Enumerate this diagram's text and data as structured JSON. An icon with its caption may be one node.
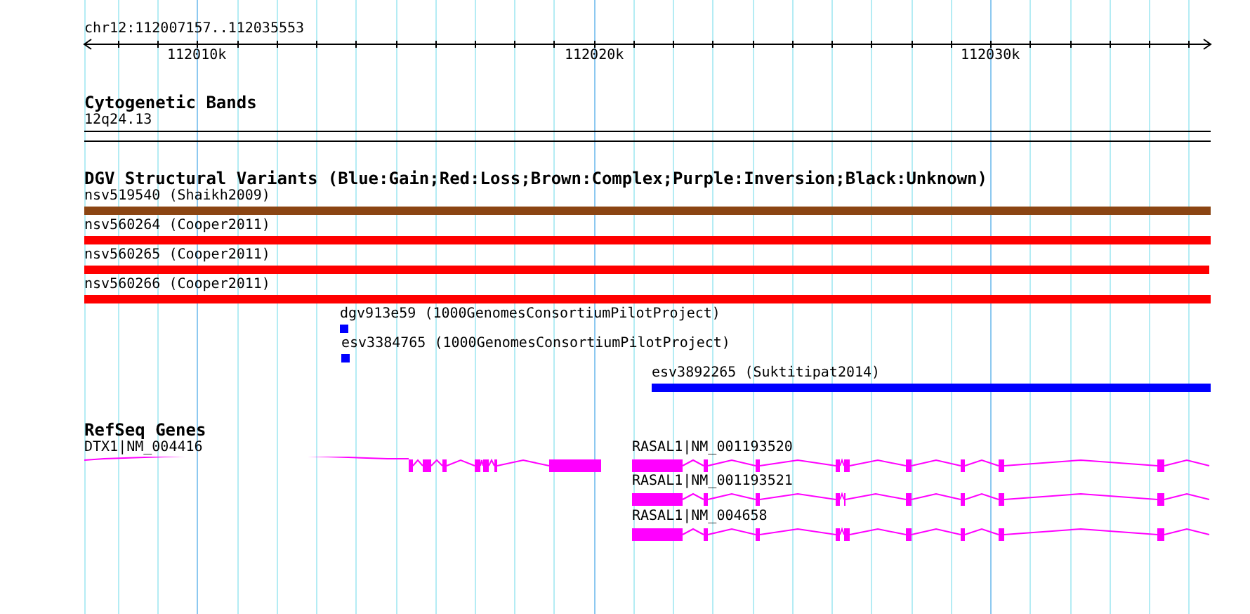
{
  "diagram": {
    "nodes": [
      {
        "text": [
          "12q24.13"
        ]
      },
      {
        "text": [
          "nsv519540 (Shaikh2009)"
        ]
      },
      {
        "text": [
          "nsv560264 (Cooper2011)"
        ]
      },
      {
        "text": [
          "nsv560265 (Cooper2011)"
        ]
      },
      {
        "text": [
          "nsv560266 (Cooper2011)"
        ]
      },
      {
        "text": [
          "dgv913e59 (1000GenomesConsortiumPilotProject)"
        ]
      },
      {
        "text": [
          "esv3384765 (1000GenomesConsortiumPilotProject)"
        ]
      },
      {
        "text": [
          "esv3892265 (Suktitipat2014)"
        ]
      },
      {
        "text": [
          "DTX1|NM_004416"
        ]
      },
      {
        "text": [
          "RASAL1|NM_001193520"
        ]
      },
      {
        "text": [
          "RASAL1|NM_001193521"
        ]
      },
      {
        "text": [
          "RASAL1|NM_004658"
        ]
      }
    ],
    "edges": [],
    "labels": [
      "chr12:112007157..112035553",
      "112010k",
      "112020k",
      "112030k",
      "Cytogenetic Bands",
      "DGV Structural Variants (Blue:Gain;Red:Loss;Brown:Complex;Purple:Inversion;Black:Unknown)",
      "RefSeq Genes"
    ]
  }
}
